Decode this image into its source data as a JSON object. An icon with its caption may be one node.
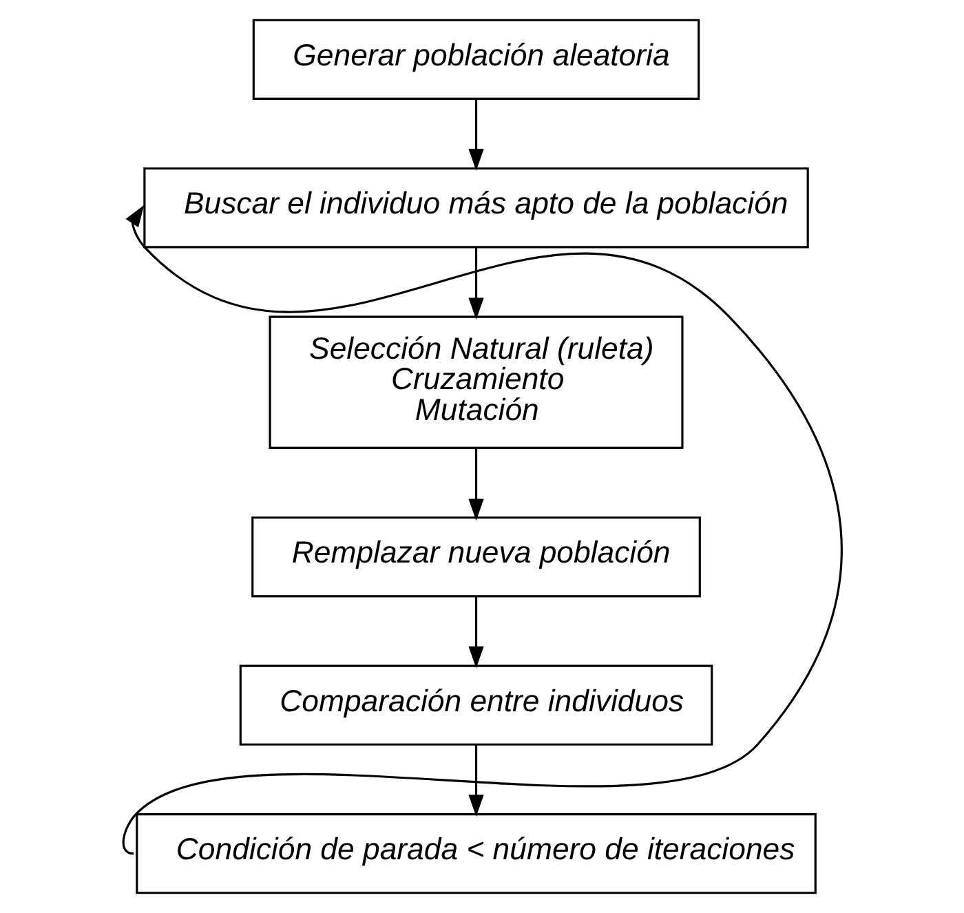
{
  "diagram": {
    "nodes": [
      {
        "text": [
          "Generar población aleatoria"
        ]
      },
      {
        "text": [
          "Buscar el individuo más apto de la población"
        ]
      },
      {
        "text": [
          "Selección Natural (ruleta)",
          "Cruzamiento",
          "Mutación"
        ]
      },
      {
        "text": [
          "Remplazar nueva población"
        ]
      },
      {
        "text": [
          "Comparación entre individuos"
        ]
      },
      {
        "text": [
          "Condición de parada < número de iteraciones"
        ]
      }
    ],
    "edges": [
      {
        "from": 0,
        "to": 1,
        "arrow": "to"
      },
      {
        "from": 1,
        "to": 2,
        "arrow": "to"
      },
      {
        "from": 2,
        "to": 3,
        "arrow": "to"
      },
      {
        "from": 3,
        "to": 4,
        "arrow": "to"
      },
      {
        "from": 4,
        "to": 5,
        "arrow": "to"
      },
      {
        "from": 5,
        "to": 1,
        "arrow": "to"
      }
    ]
  }
}
